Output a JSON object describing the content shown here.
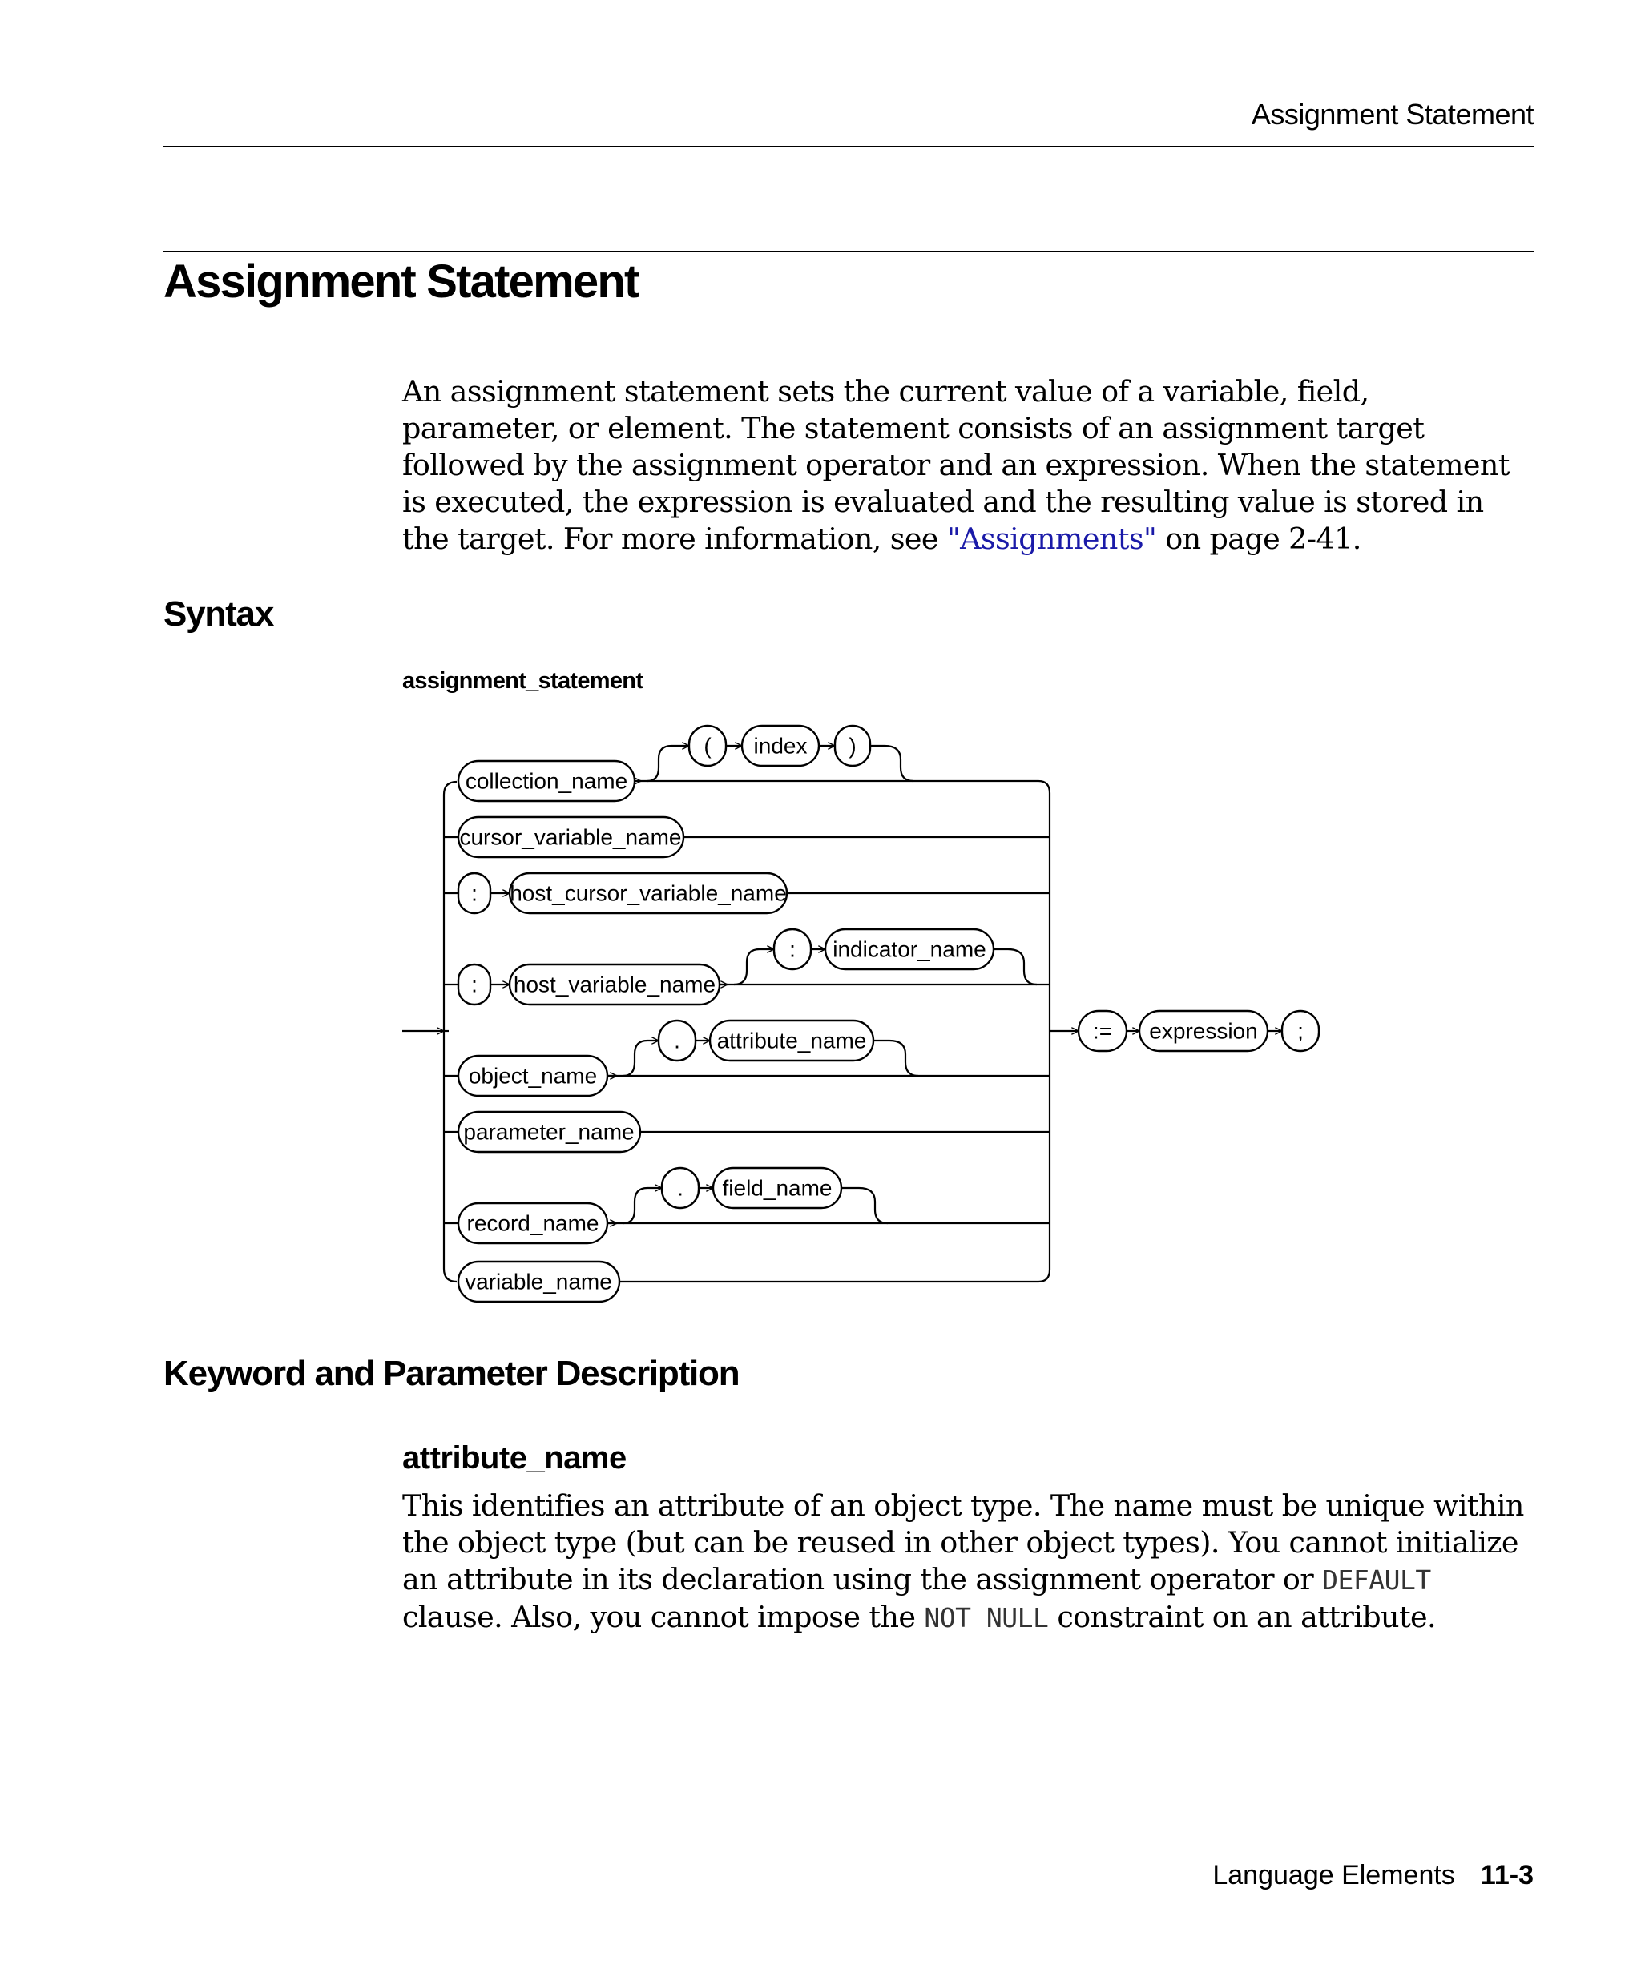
{
  "header": {
    "running_title": "Assignment Statement"
  },
  "section": {
    "title": "Assignment Statement",
    "intro_text": "An assignment statement sets the current value of a variable, field, parameter, or element. The statement consists of an assignment target followed by the assignment operator and an expression. When the statement is executed, the expression is evaluated and the resulting value is stored in the target. For more information, see ",
    "intro_link": "\"Assignments\"",
    "intro_tail": " on page 2-41."
  },
  "syntax": {
    "heading": "Syntax",
    "diagram_title": "assignment_statement",
    "nodes": {
      "collection_name": "collection_name",
      "open_paren": "(",
      "index": "index",
      "close_paren": ")",
      "cursor_variable_name": "cursor_variable_name",
      "colon_1": ":",
      "host_cursor_variable_name": "host_cursor_variable_name",
      "colon_2": ":",
      "indicator_name": "indicator_name",
      "colon_3": ":",
      "host_variable_name": "host_variable_name",
      "dot_1": ".",
      "attribute_name": "attribute_name",
      "object_name": "object_name",
      "parameter_name": "parameter_name",
      "dot_2": ".",
      "field_name": "field_name",
      "record_name": "record_name",
      "variable_name": "variable_name",
      "assign_op": ":=",
      "expression": "expression",
      "semicolon": ";"
    }
  },
  "keywords": {
    "heading": "Keyword and Parameter Description",
    "items": [
      {
        "term": "attribute_name",
        "text_1": "This identifies an attribute of an object type. The name must be unique within the object type (but can be reused in other object types). You cannot initialize an attribute in its declaration using the assignment operator or ",
        "code_1": "DEFAULT",
        "text_2": " clause. Also, you cannot impose the ",
        "code_2": "NOT NULL",
        "text_3": " constraint on an attribute."
      }
    ]
  },
  "footer": {
    "section": "Language Elements",
    "page": "11-3"
  }
}
